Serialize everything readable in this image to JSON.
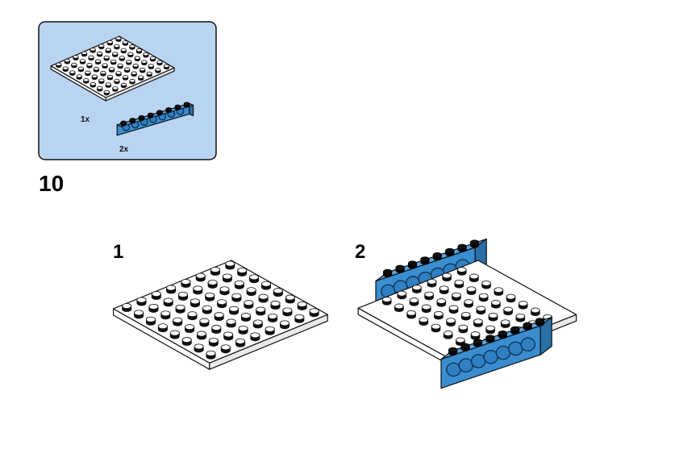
{
  "page": {
    "step_number": "10"
  },
  "parts_box": {
    "background_color": "#b9d4f1",
    "items": [
      {
        "part": "white-8x8-plate",
        "quantity": "1x"
      },
      {
        "part": "blue-technic-brick-1x8",
        "quantity": "2x"
      }
    ]
  },
  "substeps": [
    {
      "number": "1",
      "content": "white-8x8-plate"
    },
    {
      "number": "2",
      "content": "white-8x8-plate-with-two-blue-technic-bricks"
    }
  ],
  "colors": {
    "plate_white": "#ffffff",
    "brick_blue": "#3a8ed0",
    "stud_black": "#111111"
  }
}
